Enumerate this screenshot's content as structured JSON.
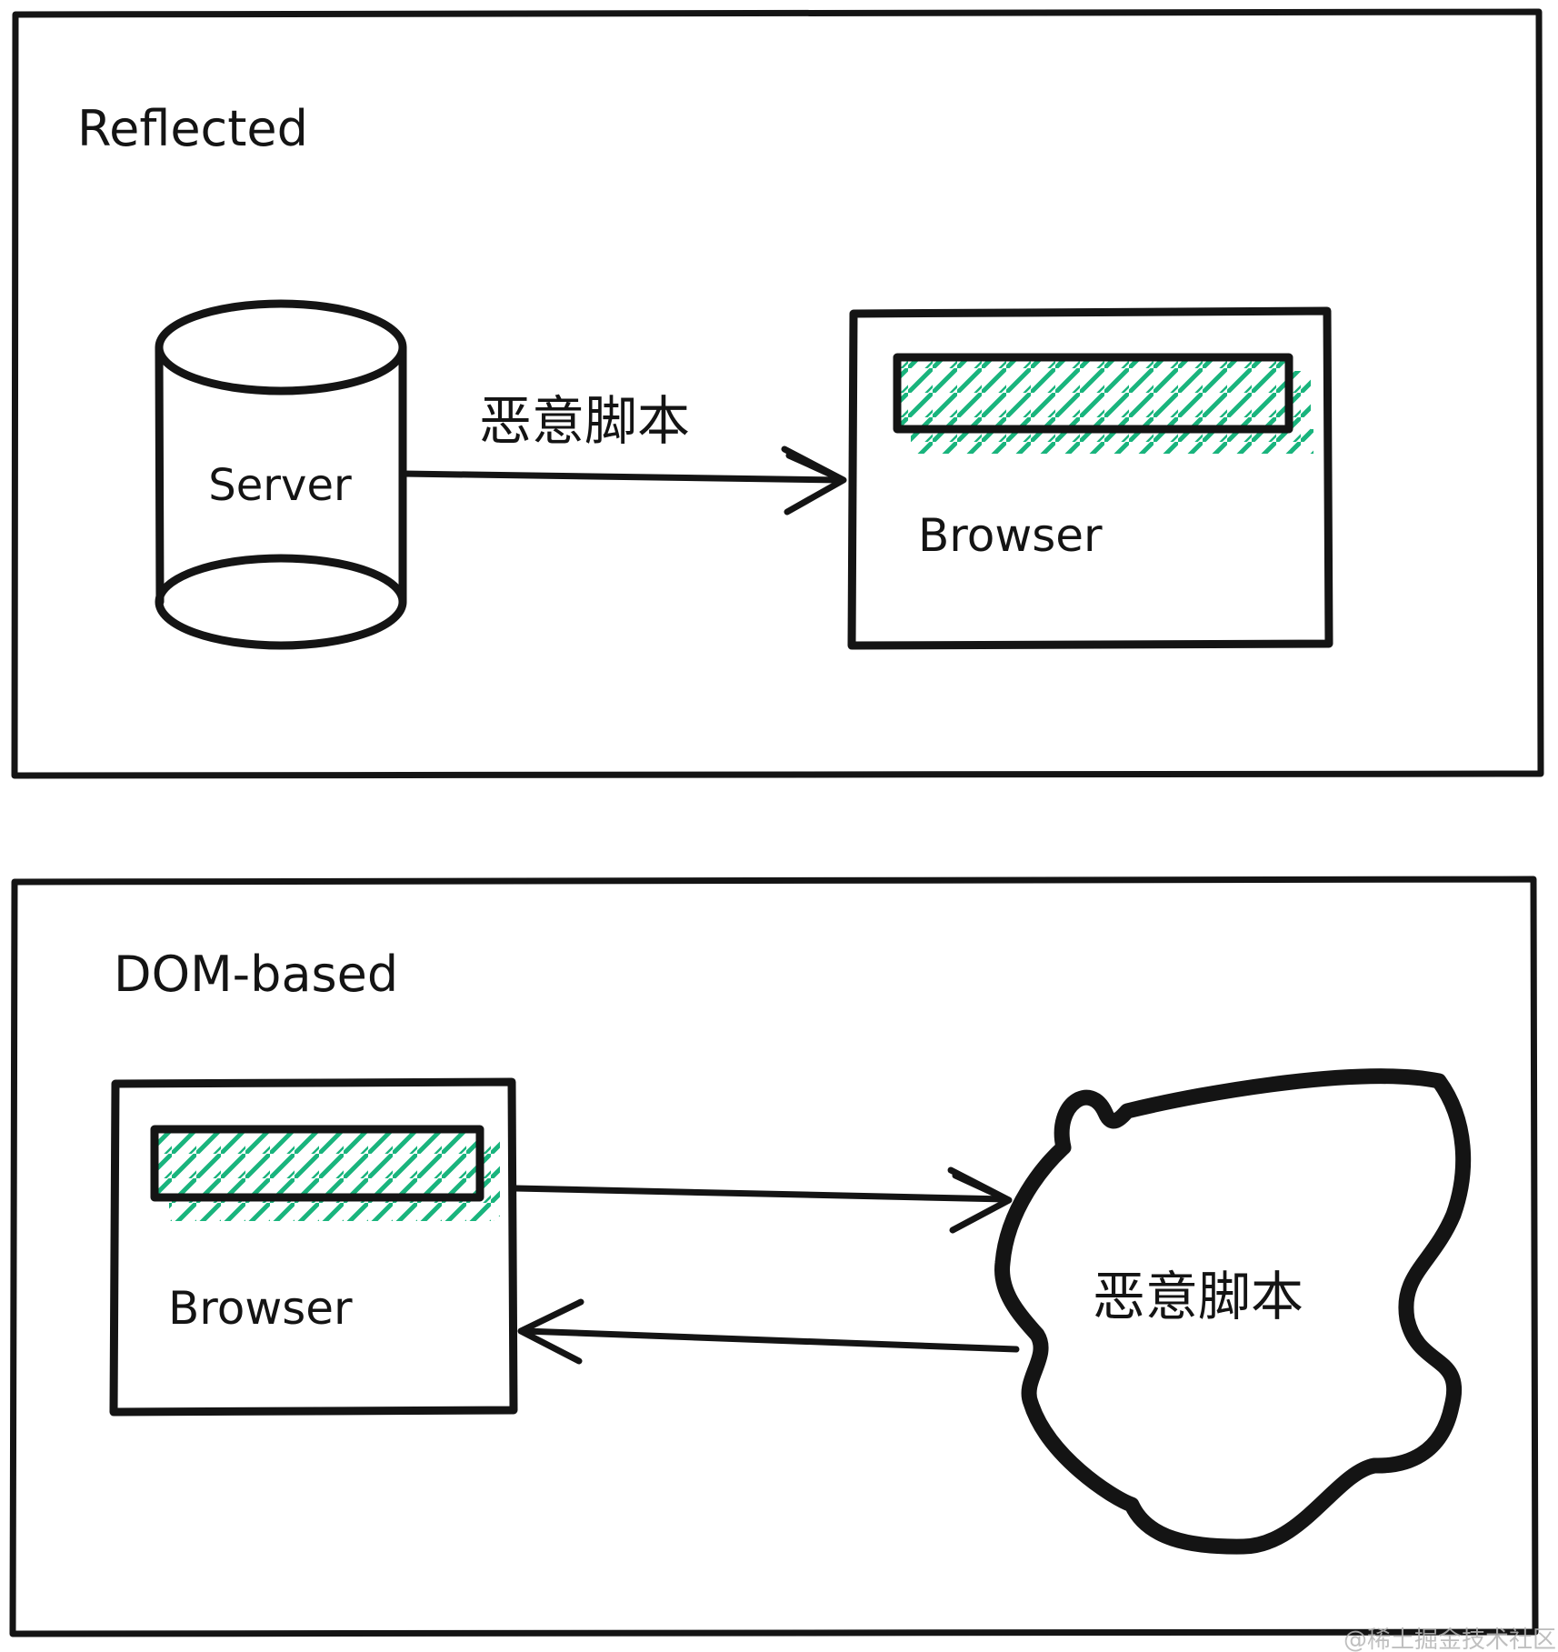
{
  "page": {
    "watermark": "@稀土掘金技术社区"
  },
  "colors": {
    "ink": "#141414",
    "hatch_green": "#19b47d",
    "watermark_gray": "#b5b5b5"
  },
  "panels": [
    {
      "id": "reflected",
      "title": "Reflected",
      "nodes": [
        {
          "type": "server-cylinder",
          "label": "Server"
        },
        {
          "type": "browser-window",
          "label": "Browser",
          "address_bar": "green-hatched"
        }
      ],
      "edges": [
        {
          "from": "Server",
          "to": "Browser",
          "label": "恶意脚本",
          "direction": "right"
        }
      ]
    },
    {
      "id": "dom-based",
      "title": "DOM-based",
      "nodes": [
        {
          "type": "browser-window",
          "label": "Browser",
          "address_bar": "green-hatched"
        },
        {
          "type": "script-blob",
          "label": "恶意脚本"
        }
      ],
      "edges": [
        {
          "from": "Browser",
          "to": "恶意脚本",
          "direction": "right",
          "label": ""
        },
        {
          "from": "恶意脚本",
          "to": "Browser",
          "direction": "left",
          "label": ""
        }
      ]
    }
  ]
}
